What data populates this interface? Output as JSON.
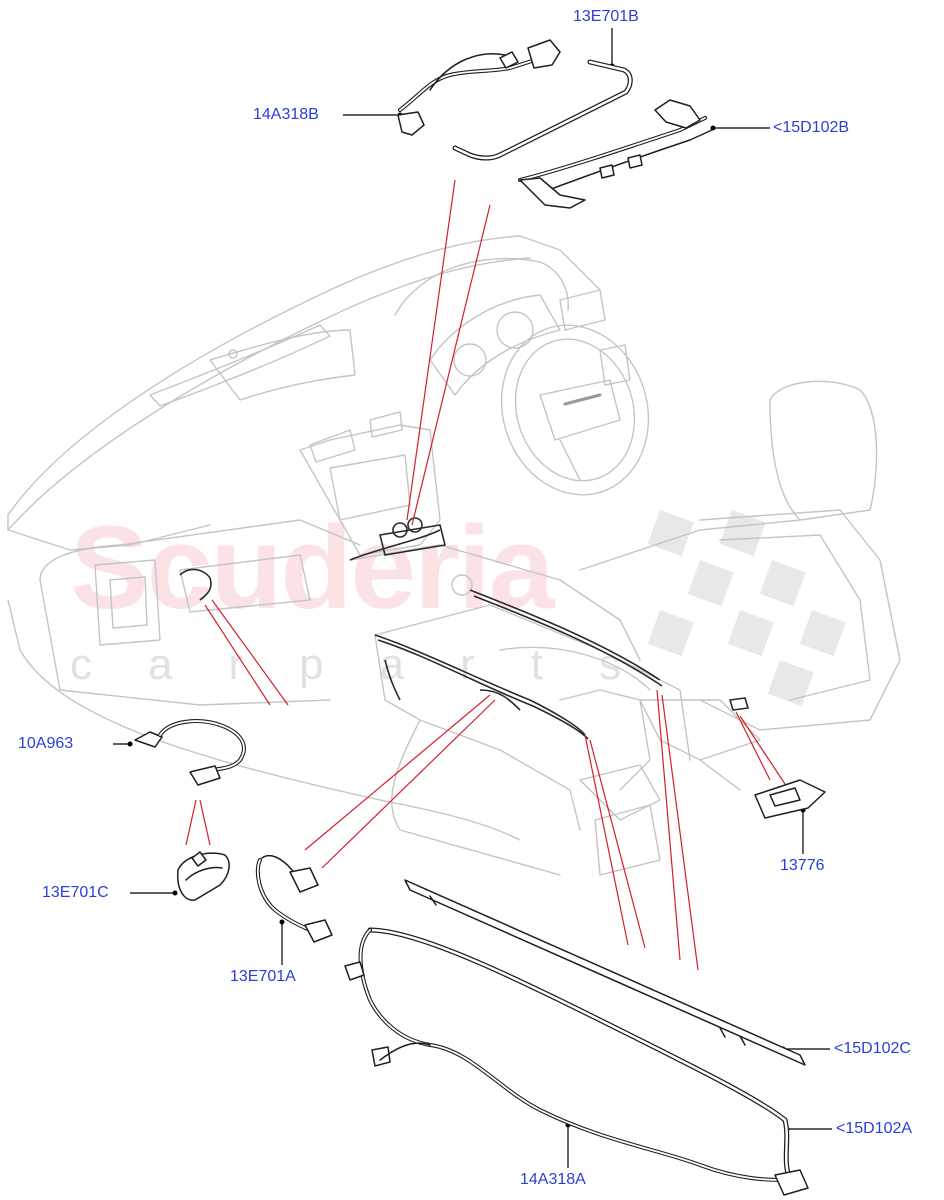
{
  "watermark": {
    "main": "Scuderia",
    "sub": "carparts"
  },
  "callouts": [
    {
      "id": "13E701B",
      "text": "13E701B"
    },
    {
      "id": "14A318B",
      "text": "14A318B"
    },
    {
      "id": "15D102B",
      "text": "<15D102B"
    },
    {
      "id": "10A963",
      "text": "10A963"
    },
    {
      "id": "13E701C",
      "text": "13E701C"
    },
    {
      "id": "13E701A",
      "text": "13E701A"
    },
    {
      "id": "13776",
      "text": "13776"
    },
    {
      "id": "15D102C",
      "text": "<15D102C"
    },
    {
      "id": "15D102A",
      "text": "<15D102A"
    },
    {
      "id": "14A318A",
      "text": "14A318A"
    }
  ],
  "colors": {
    "callout_text": "#2a3fd6",
    "leader": "#000000",
    "pointer_line": "#d21f2a",
    "drawing": "#c8c8c8",
    "part": "#222222"
  }
}
